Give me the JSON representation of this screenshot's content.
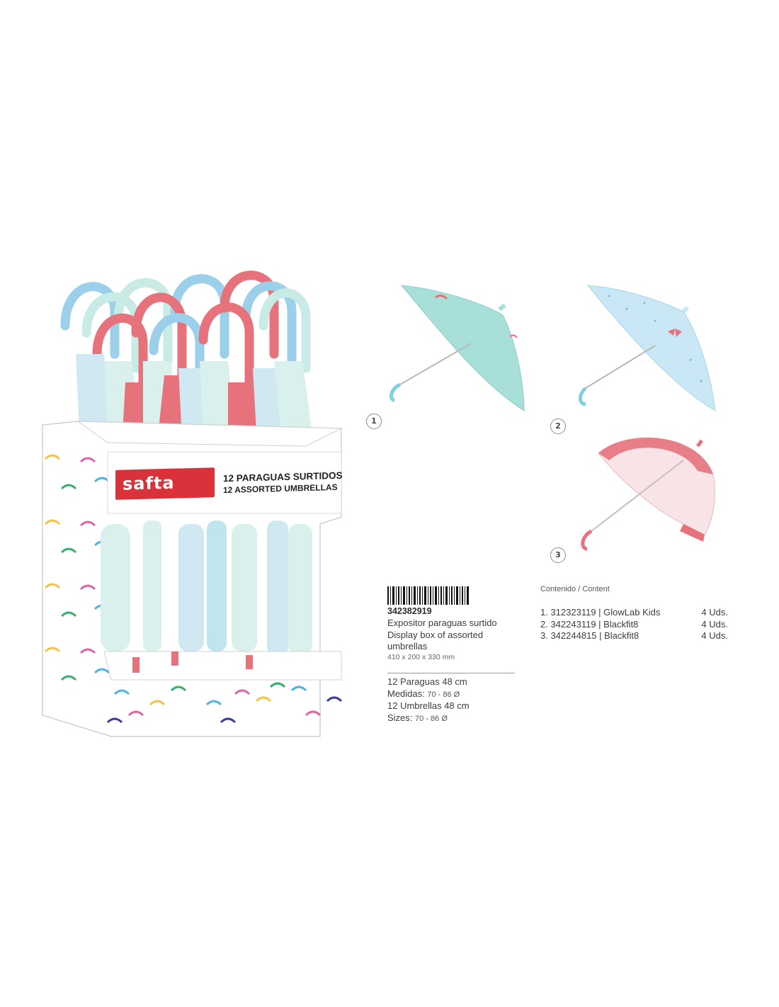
{
  "display": {
    "brand": "safta",
    "header_line1": "12 PARAGUAS SURTIDOS",
    "header_line2": "12 ASSORTED UMBRELLAS"
  },
  "variants": [
    {
      "number": "1",
      "color": "#a8dfd9"
    },
    {
      "number": "2",
      "color": "#b8dff0"
    },
    {
      "number": "3",
      "color": "#e6727c"
    }
  ],
  "product": {
    "code": "342382919",
    "description_es": "Expositor paraguas surtido",
    "description_en_1": "Display box of assorted",
    "description_en_2": "umbrellas",
    "dimensions": "410 x 200 x 330 mm",
    "spec_es_count": "12 Paraguas 48 cm",
    "spec_es_sizes_label": "Medidas:",
    "spec_es_sizes_value": "70 - 86 Ø",
    "spec_en_count": "12 Umbrellas 48 cm",
    "spec_en_sizes_label": "Sizes:",
    "spec_en_sizes_value": "70 - 86 Ø"
  },
  "content": {
    "title": "Contenido / Content",
    "items": [
      {
        "label": "1. 312323119 | GlowLab Kids",
        "qty": "4 Uds."
      },
      {
        "label": "2. 342243119 | Blackfit8",
        "qty": "4 Uds."
      },
      {
        "label": "3. 342244815 | Blackfit8",
        "qty": "4 Uds."
      }
    ]
  },
  "colors": {
    "brand_red": "#d9323a",
    "mint": "#a8dfd9",
    "sky": "#9ccfea",
    "coral": "#e6727c"
  }
}
